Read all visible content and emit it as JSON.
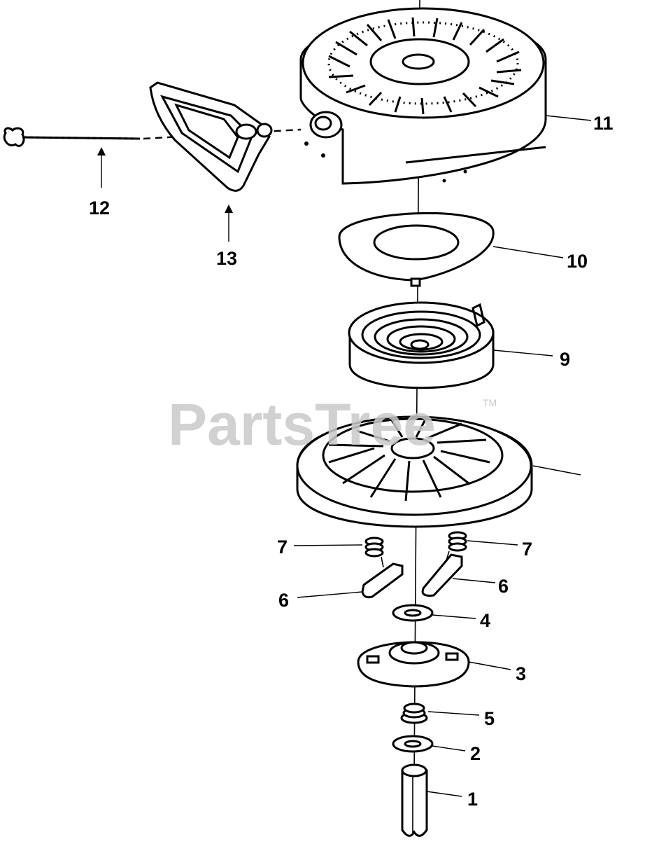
{
  "watermark": {
    "text": "PartsTree",
    "trademark": "TM"
  },
  "colors": {
    "ink": "#000000",
    "watermark": "#c9c9c9",
    "background": "#ffffff"
  },
  "labels": {
    "p1": "1",
    "p2": "2",
    "p3": "3",
    "p4": "4",
    "p5": "5",
    "p6_left": "6",
    "p6_right": "6",
    "p7_left": "7",
    "p7_right": "7",
    "p9": "9",
    "p10": "10",
    "p11": "11",
    "p12": "12",
    "p13": "13"
  }
}
